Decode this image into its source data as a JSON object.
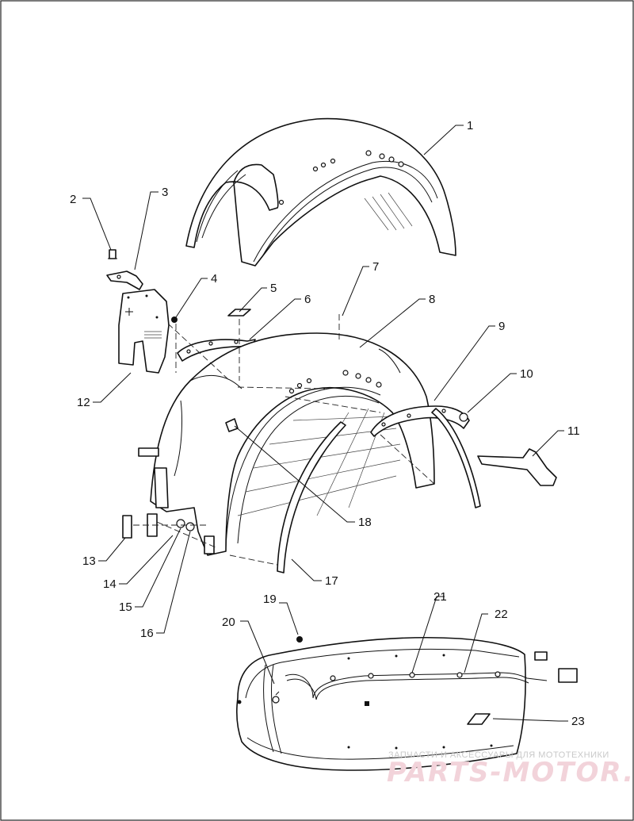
{
  "callouts": [
    {
      "id": "c1",
      "label": "1"
    },
    {
      "id": "c2",
      "label": "2"
    },
    {
      "id": "c3",
      "label": "3"
    },
    {
      "id": "c4",
      "label": "4"
    },
    {
      "id": "c5",
      "label": "5"
    },
    {
      "id": "c6",
      "label": "6"
    },
    {
      "id": "c7",
      "label": "7"
    },
    {
      "id": "c8",
      "label": "8"
    },
    {
      "id": "c9",
      "label": "9"
    },
    {
      "id": "c10",
      "label": "10"
    },
    {
      "id": "c11",
      "label": "11"
    },
    {
      "id": "c12",
      "label": "12"
    },
    {
      "id": "c13",
      "label": "13"
    },
    {
      "id": "c14",
      "label": "14"
    },
    {
      "id": "c15",
      "label": "15"
    },
    {
      "id": "c16",
      "label": "16"
    },
    {
      "id": "c17",
      "label": "17"
    },
    {
      "id": "c18",
      "label": "18"
    },
    {
      "id": "c19",
      "label": "19"
    },
    {
      "id": "c20",
      "label": "20"
    },
    {
      "id": "c21",
      "label": "21"
    },
    {
      "id": "c22",
      "label": "22"
    },
    {
      "id": "c23",
      "label": "23"
    }
  ],
  "watermark": {
    "caption": "ЗАПЧАСТИ И АКСЕССУАРЫ ДЛЯ МОТОТЕХНИКИ",
    "brand": "PARTS-MOTOR.RU"
  }
}
